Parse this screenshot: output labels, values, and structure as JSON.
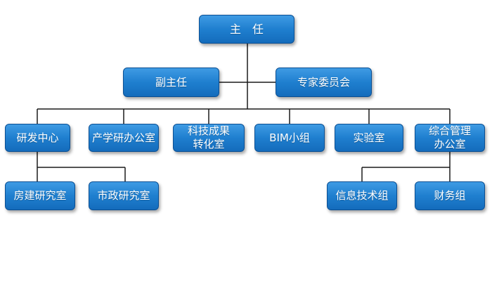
{
  "org_chart": {
    "director": "主　任",
    "deputy_director": "副主任",
    "expert_committee": "专家委员会",
    "departments": {
      "rd_center": "研发中心",
      "industry_research_office": "产学研办公室",
      "tech_transfer": "科技成果\n转化室",
      "bim_group": "BIM小组",
      "laboratory": "实验室",
      "general_office": "综合管理\n办公室"
    },
    "sub_units": {
      "housing_research_office": "房建研究室",
      "municipal_research_office": "市政研究室",
      "it_group": "信息技术组",
      "finance_group": "财务组"
    }
  }
}
